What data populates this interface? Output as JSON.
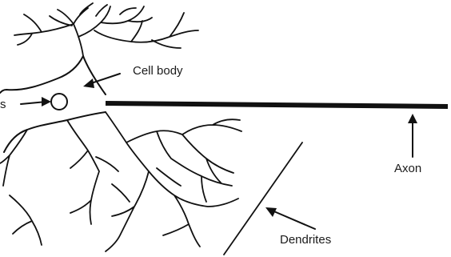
{
  "diagram": {
    "labels": {
      "cell_body": "Cell body",
      "axon": "Axon",
      "dendrites": "Dendrites",
      "nucleus_partial": "s"
    },
    "colors": {
      "ink": "#111111",
      "background": "#ffffff"
    }
  }
}
